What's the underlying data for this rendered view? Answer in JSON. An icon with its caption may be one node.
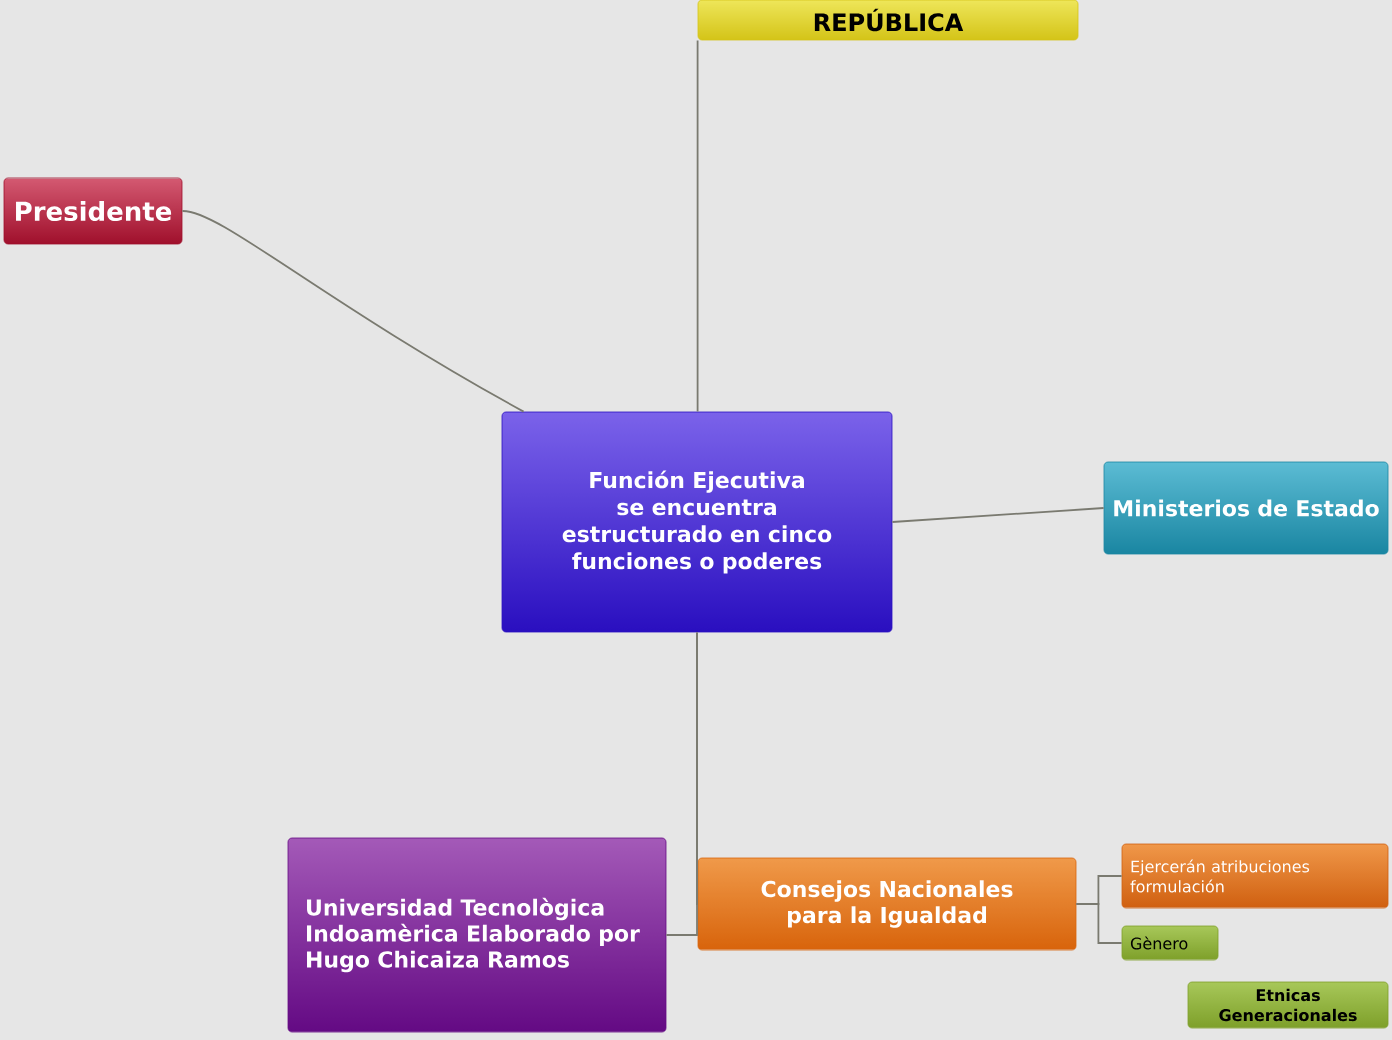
{
  "diagram": {
    "nodes": [
      {
        "text": [
          "Función Ejecutiva se encuentra estructurado en cinco funciones o poderes"
        ]
      },
      {
        "text": [
          "REPÚBLICA"
        ]
      },
      {
        "text": [
          "Presidente"
        ]
      },
      {
        "text": [
          "Ministerios de Estado"
        ]
      },
      {
        "text": [
          "Consejos Nacionales para la Igualdad"
        ]
      },
      {
        "text": [
          "Universidad Tecnològica Indoamèrica Elaborado por Hugo Chicaiza Ramos"
        ]
      },
      {
        "text": [
          "Ejercerán atribuciones formulación"
        ]
      },
      {
        "text": [
          "Gènero"
        ]
      },
      {
        "text": [
          "Etnicas Generacionales"
        ]
      }
    ],
    "edges": [
      {
        "from": 0,
        "to": 1,
        "arrow": "none"
      },
      {
        "from": 0,
        "to": 2,
        "arrow": "none"
      },
      {
        "from": 0,
        "to": 3,
        "arrow": "none"
      },
      {
        "from": 0,
        "to": 4,
        "arrow": "none"
      },
      {
        "from": 0,
        "to": 5,
        "arrow": "none"
      },
      {
        "from": 4,
        "to": 6,
        "arrow": "none"
      },
      {
        "from": 4,
        "to": 7,
        "arrow": "none"
      }
    ]
  }
}
